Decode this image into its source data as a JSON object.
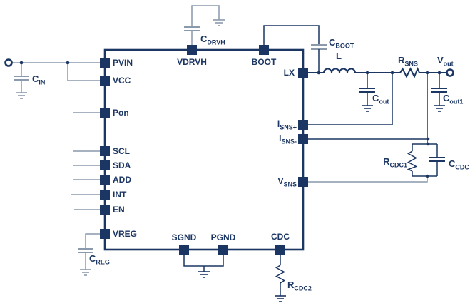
{
  "colors": {
    "navy": "#1b3663",
    "gray": "#8a99ab",
    "background": "#ffffff"
  },
  "ic": {
    "pins": {
      "left": [
        "PVIN",
        "VCC",
        "Pon",
        "SCL",
        "SDA",
        "ADD",
        "INT",
        "EN",
        "VREG"
      ],
      "top": [
        "VDRVH",
        "BOOT"
      ],
      "bottom": [
        "SGND",
        "PGND",
        "CDC"
      ],
      "right": [
        {
          "main": "LX",
          "sub": ""
        },
        {
          "main": "I",
          "sub": "SNS+"
        },
        {
          "main": "I",
          "sub": "SNS-"
        },
        {
          "main": "V",
          "sub": "SNS"
        }
      ]
    }
  },
  "components": {
    "cin": {
      "main": "C",
      "sub": "IN"
    },
    "cdrvh": {
      "main": "C",
      "sub": "DRVH"
    },
    "cboot": {
      "main": "C",
      "sub": "BOOT"
    },
    "inductor": {
      "main": "L",
      "sub": ""
    },
    "rsns": {
      "main": "R",
      "sub": "SNS"
    },
    "vout": {
      "main": "V",
      "sub": "out"
    },
    "cout": {
      "main": "C",
      "sub": "out"
    },
    "cout1": {
      "main": "C",
      "sub": "out1"
    },
    "rcdc1": {
      "main": "R",
      "sub": "CDC1"
    },
    "ccdc": {
      "main": "C",
      "sub": "CDC"
    },
    "rcdc2": {
      "main": "R",
      "sub": "CDC2"
    },
    "creg": {
      "main": "C",
      "sub": "REG"
    }
  }
}
